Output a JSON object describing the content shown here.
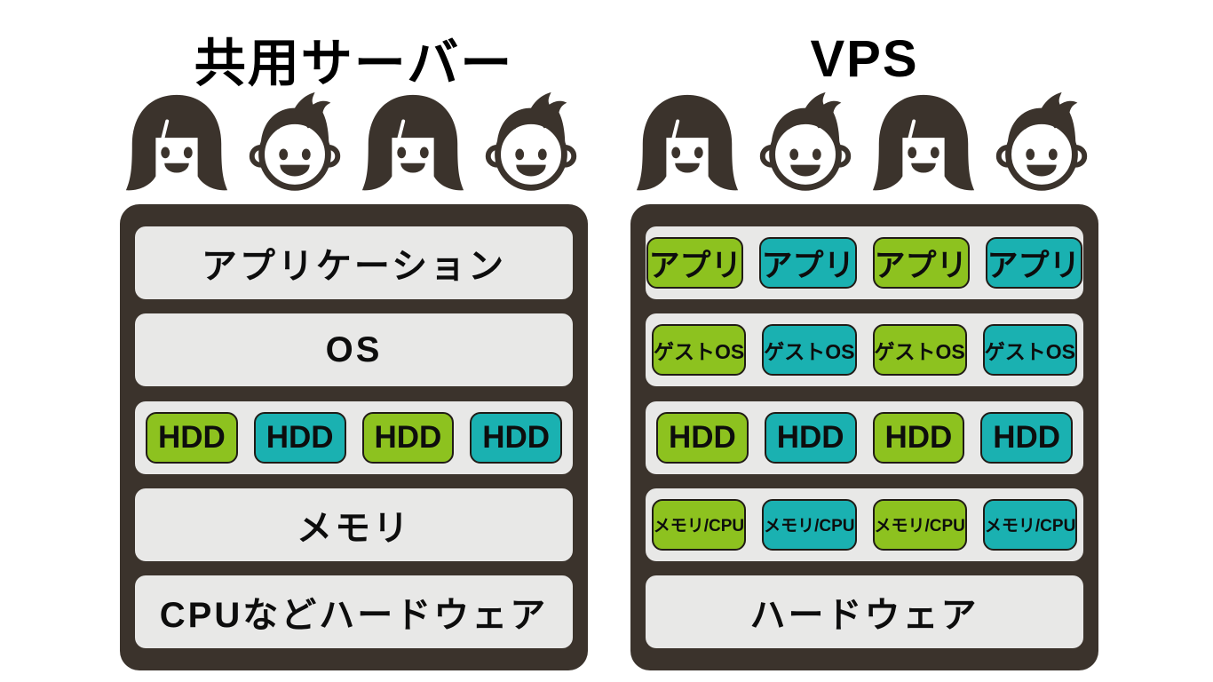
{
  "colors": {
    "frame": "#3b332c",
    "row_bg": "#e8e8e7",
    "green": "#8dc21f",
    "teal": "#1ab1b1",
    "text": "#0d0d0d",
    "background": "#ffffff"
  },
  "icons": {
    "girl": "girl-user-icon",
    "boy": "boy-user-icon"
  },
  "left": {
    "title": "共用サーバー",
    "users": [
      "girl",
      "boy",
      "girl",
      "boy"
    ],
    "rows": [
      {
        "type": "label",
        "label": "アプリケーション"
      },
      {
        "type": "label",
        "label": "OS"
      },
      {
        "type": "pills",
        "pills": [
          "HDD",
          "HDD",
          "HDD",
          "HDD"
        ]
      },
      {
        "type": "label",
        "label": "メモリ"
      },
      {
        "type": "label",
        "label": "CPUなどハードウェア"
      }
    ]
  },
  "right": {
    "title": "VPS",
    "users": [
      "girl",
      "boy",
      "girl",
      "boy"
    ],
    "rows": [
      {
        "type": "pills",
        "pills": [
          "アプリ",
          "アプリ",
          "アプリ",
          "アプリ"
        ]
      },
      {
        "type": "pills",
        "pills": [
          "ゲストOS",
          "ゲストOS",
          "ゲストOS",
          "ゲストOS"
        ]
      },
      {
        "type": "pills",
        "pills": [
          "HDD",
          "HDD",
          "HDD",
          "HDD"
        ]
      },
      {
        "type": "pills",
        "pills": [
          "メモリ/CPU",
          "メモリ/CPU",
          "メモリ/CPU",
          "メモリ/CPU"
        ]
      },
      {
        "type": "label",
        "label": "ハードウェア"
      }
    ]
  }
}
